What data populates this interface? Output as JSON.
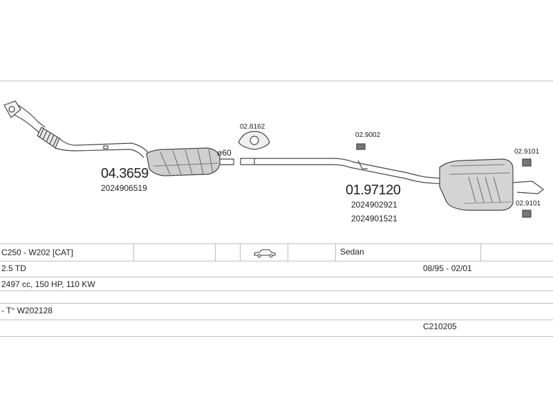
{
  "parts": {
    "front_pipe": {
      "code": "04.3659",
      "oem": "2024906519"
    },
    "pipe_diameter": "ø60",
    "gasket": {
      "code": "02.8162"
    },
    "rear_pipe": {
      "code": "01.97120",
      "oem_1": "2024902921",
      "oem_2": "2024901521"
    },
    "hanger_center": {
      "code": "02.9002"
    },
    "hanger_rear_top": {
      "code": "02.9101"
    },
    "hanger_rear_bottom": {
      "code": "02.9101"
    }
  },
  "vehicle": {
    "model": "C250 - W202  [CAT]",
    "body": "Sedan",
    "engine": "2.5 TD",
    "years": "08/95 - 02/01",
    "spec": "2497 cc, 150 HP, 110 KW",
    "type": "- T° W202128",
    "ref": "C210205"
  },
  "icons": {
    "body_icon": "sedan-car-icon",
    "clamp_icon": "clamp-icon",
    "hanger_icon": "rubber-hanger-icon"
  }
}
